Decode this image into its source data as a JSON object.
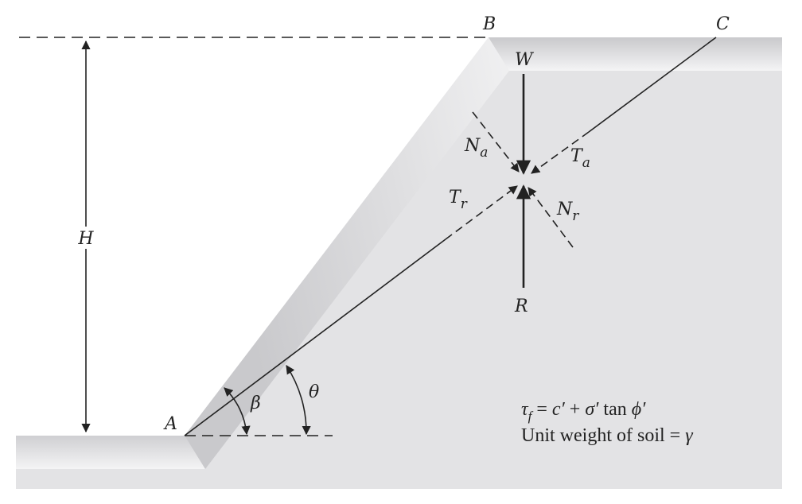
{
  "labels": {
    "point_a": "A",
    "point_b": "B",
    "point_c": "C",
    "height": "H",
    "angle_beta": "β",
    "angle_theta": "θ",
    "force_w": "W",
    "force_r": "R",
    "normal_a_main": "N",
    "normal_a_sub": "a",
    "shear_a_main": "T",
    "shear_a_sub": "a",
    "shear_r_main": "T",
    "shear_r_sub": "r",
    "normal_r_main": "N",
    "normal_r_sub": "r"
  },
  "formula": {
    "tau": "τ",
    "tau_sub": "f",
    "eq": " = ",
    "c": "c′",
    "plus": " + ",
    "sigma": "σ′",
    "tan": " tan ",
    "phi": "ϕ′",
    "unit_weight_text": "Unit weight of soil = ",
    "gamma": "γ"
  },
  "colors": {
    "soil_fill": "#e3e3e5",
    "soil_edge_light": "#f6f6f7",
    "soil_edge_dark": "#c9c9cc",
    "line": "#222222"
  }
}
